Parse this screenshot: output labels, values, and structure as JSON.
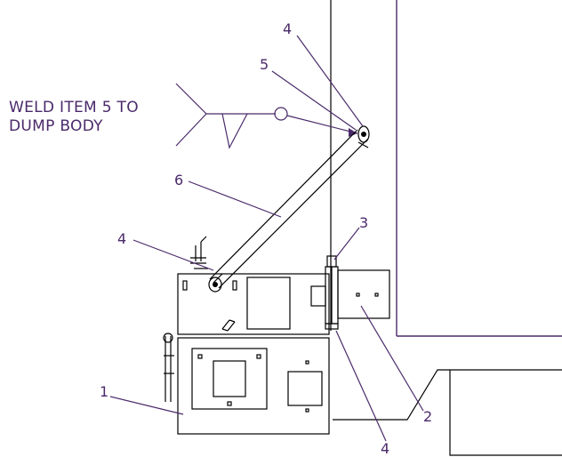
{
  "weld_note": {
    "line1": "WELD ITEM 5 TO",
    "line2": "DUMP BODY"
  },
  "callouts": {
    "item1": "1",
    "item2": "2",
    "item3": "3",
    "item4_top": "4",
    "item4_left": "4",
    "item4_bottom": "4",
    "item5": "5",
    "item6": "6"
  },
  "colors": {
    "linework": "#000000",
    "annotation": "#4a2a6a",
    "background": "#ffffff"
  }
}
